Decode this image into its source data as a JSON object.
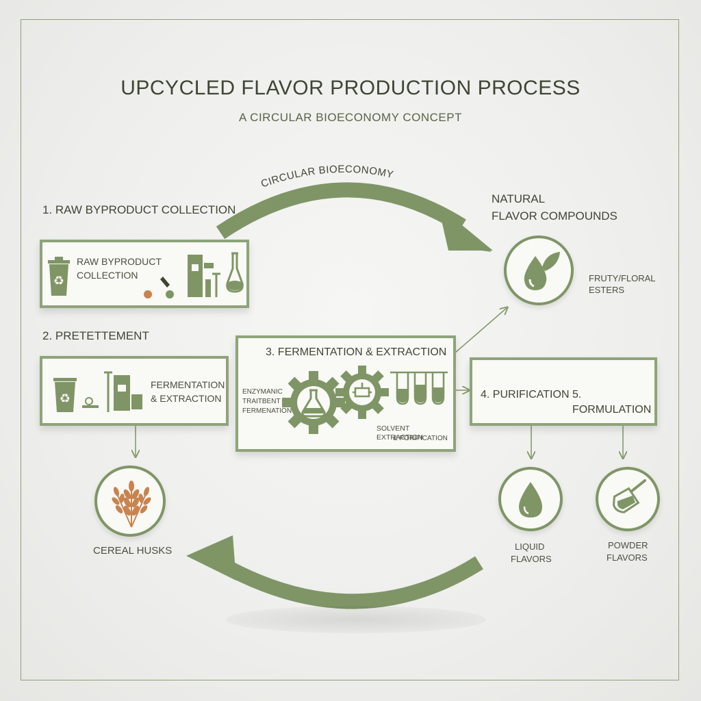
{
  "title": "UPCYCLED FLAVOR PRODUCTION PROCESS",
  "subtitle": "A CIRCULAR BIOECONOMY CONCEPT",
  "arc_label": "CIRCULAR BIOECONOMY",
  "steps": {
    "step1_heading": "1. RAW BYPRODUCT COLLECTION",
    "step1_box_line1": "RAW BYPRODUCT",
    "step1_box_line2": "COLLECTION",
    "step2_heading": "2. PRETETTEMENT",
    "step2_box_line1": "FERMENTATION",
    "step2_box_line2": "& EXTRACTION",
    "step3_heading": "3. FERMENTATION & EXTRACTION",
    "step3_left_line1": "ENZYMANIC",
    "step3_left_line2": "TRAITBENT",
    "step3_left_line3": "FERMENATION",
    "step3_right_line1": "SOLVENT EXTRACTION",
    "step3_right_line2": "& PORIFICATION",
    "step4": "4. PURIFICATION",
    "step5": "5. FORMULATION"
  },
  "outputs": {
    "natural_line1": "NATURAL",
    "natural_line2": "FLAVOR COMPOUNDS",
    "fruity_line1": "FRUTY/FLORAL",
    "fruity_line2": "ESTERS",
    "cereal": "CEREAL HUSKS",
    "liquid_line1": "LIQUID",
    "liquid_line2": "FLAVORS",
    "powder_line1": "POWDER",
    "powder_line2": "FLAVORS"
  },
  "colors": {
    "primary_green": "#7f9566",
    "border_green": "#8ea37a",
    "wheat_orange": "#c9834f",
    "text": "#3f4535"
  },
  "icons": [
    "recycle-bin-icon",
    "lab-equipment-icon",
    "flask-icon",
    "test-tube-icon",
    "gear-icon",
    "leaf-drop-icon",
    "wheat-icon",
    "droplet-icon",
    "scoop-icon",
    "arrow-icon"
  ]
}
